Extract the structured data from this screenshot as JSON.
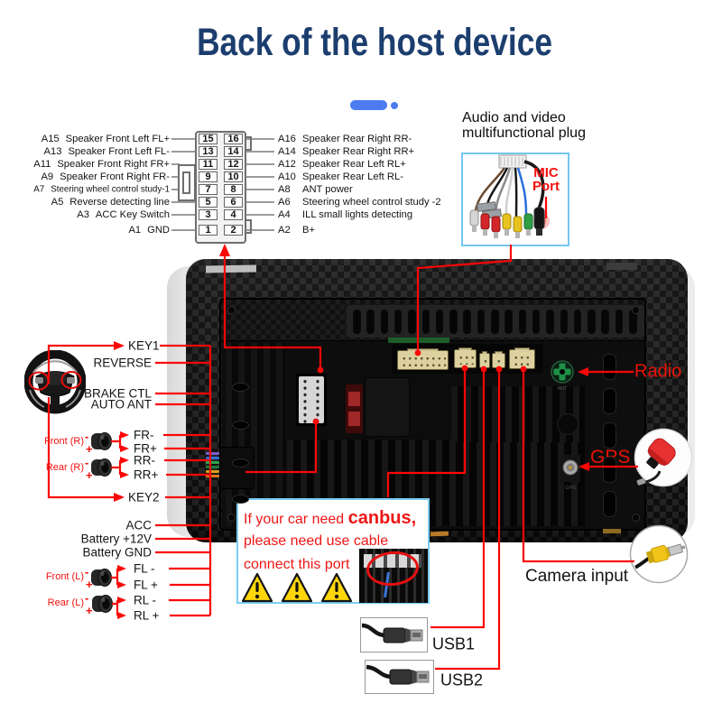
{
  "title": "Back of the host device",
  "pin_connector": {
    "pins_left": [
      "15",
      "13",
      "11",
      "9",
      "7",
      "5",
      "3",
      "1"
    ],
    "pins_right": [
      "16",
      "14",
      "12",
      "10",
      "8",
      "6",
      "4",
      "2"
    ],
    "left": [
      {
        "code": "A15",
        "text": "Speaker Front Left FL+"
      },
      {
        "code": "A13",
        "text": "Speaker Front Left FL-"
      },
      {
        "code": "A11",
        "text": "Speaker Front Right FR+"
      },
      {
        "code": "A9",
        "text": "Speaker Front Right FR-"
      },
      {
        "code": "A7",
        "text": "Steering wheel control study-1",
        "small": true
      },
      {
        "code": "A5",
        "text": "Reverse detecting line"
      },
      {
        "code": "A3",
        "text": "ACC Key Switch"
      },
      {
        "code": "A1",
        "text": "GND"
      }
    ],
    "right": [
      {
        "code": "A16",
        "text": "Speaker Rear Right RR-"
      },
      {
        "code": "A14",
        "text": "Speaker Rear Right RR+"
      },
      {
        "code": "A12",
        "text": "Speaker Rear Left RL+"
      },
      {
        "code": "A10",
        "text": "Speaker Rear Left RL-"
      },
      {
        "code": "A8",
        "text": "ANT power"
      },
      {
        "code": "A6",
        "text": "Steering wheel control study -2"
      },
      {
        "code": "A4",
        "text": "ILL small lights detecting"
      },
      {
        "code": "A2",
        "text": "B+"
      }
    ]
  },
  "audio_plug": {
    "title_line1": "Audio and video",
    "title_line2": "multifunctional plug",
    "mic_line1": "MIC",
    "mic_line2": "Port"
  },
  "device_labels": {
    "left": [
      "KEY1",
      "REVERSE",
      "BRAKE CTL",
      "AUTO ANT",
      "FR-",
      "FR+",
      "RR-",
      "RR+",
      "KEY2",
      "ACC",
      "Battery +12V",
      "Battery GND",
      "FL -",
      "FL +",
      "RL -",
      "RL +"
    ],
    "speakers": [
      "Front (R)",
      "Rear (R)",
      "Front (L)",
      "Rear (L)"
    ],
    "minus": "-",
    "plus": "+",
    "radio": "Radio",
    "gps": "GPS",
    "camera": "Camera input",
    "ant_small": "ANT",
    "gps_small": "GPS"
  },
  "canbus_note": {
    "line1_prefix": "If your car need ",
    "line1_highlight": "canbus,",
    "line2": "please need use cable",
    "line3": "connect this port",
    "warning_mark": "!"
  },
  "usb": {
    "usb1": "USB1",
    "usb2": "USB2"
  },
  "colors": {
    "title_navy": "#1c3e6f",
    "accent_blue": "#4c7cf0",
    "line_red": "#fb0707",
    "text_red": "#f2100c",
    "box_border_blue": "#79ccf2",
    "warning_yellow": "#ffd60a",
    "connector_tan": "#ddd1a0"
  }
}
